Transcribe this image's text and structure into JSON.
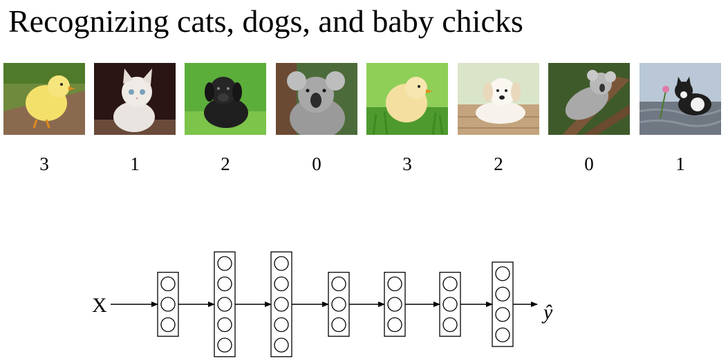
{
  "title": "Recognizing cats, dogs, and baby chicks",
  "images": [
    {
      "subject": "baby chick",
      "label": "3"
    },
    {
      "subject": "cat",
      "label": "1"
    },
    {
      "subject": "dog",
      "label": "2"
    },
    {
      "subject": "koala",
      "label": "0"
    },
    {
      "subject": "baby chick",
      "label": "3"
    },
    {
      "subject": "dog",
      "label": "2"
    },
    {
      "subject": "koala",
      "label": "0"
    },
    {
      "subject": "cat",
      "label": "1"
    }
  ],
  "network": {
    "input_label": "X",
    "output_label": "ŷ",
    "layer_units": [
      3,
      5,
      5,
      3,
      3,
      3,
      4
    ]
  }
}
